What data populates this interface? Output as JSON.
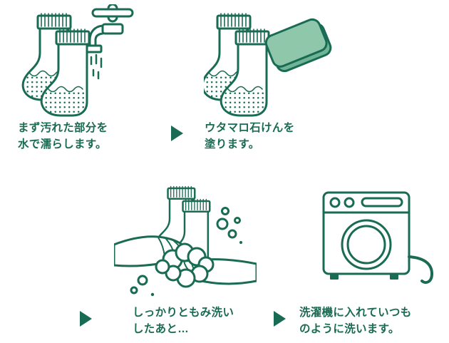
{
  "colors": {
    "primary": "#1a6b53",
    "soap": "#8fc7ab",
    "soap_side": "#6fb496",
    "background": "#ffffff"
  },
  "arrow_icon": "right-triangle",
  "steps": [
    {
      "id": 1,
      "illustration": "dirty-socks-under-running-faucet",
      "caption_line1": "まず汚れた部分を",
      "caption_line2": "水で濡らします。"
    },
    {
      "id": 2,
      "illustration": "socks-with-utamaro-soap-bar",
      "caption_line1": "ウタマロ石けんを",
      "caption_line2": "塗ります。"
    },
    {
      "id": 3,
      "illustration": "hands-rubbing-socks-with-foam",
      "caption_line1": "しっかりともみ洗い",
      "caption_line2": "したあと…"
    },
    {
      "id": 4,
      "illustration": "front-load-washing-machine-with-hose",
      "caption_line1": "洗濯機に入れていつも",
      "caption_line2": "のように洗います。"
    }
  ]
}
